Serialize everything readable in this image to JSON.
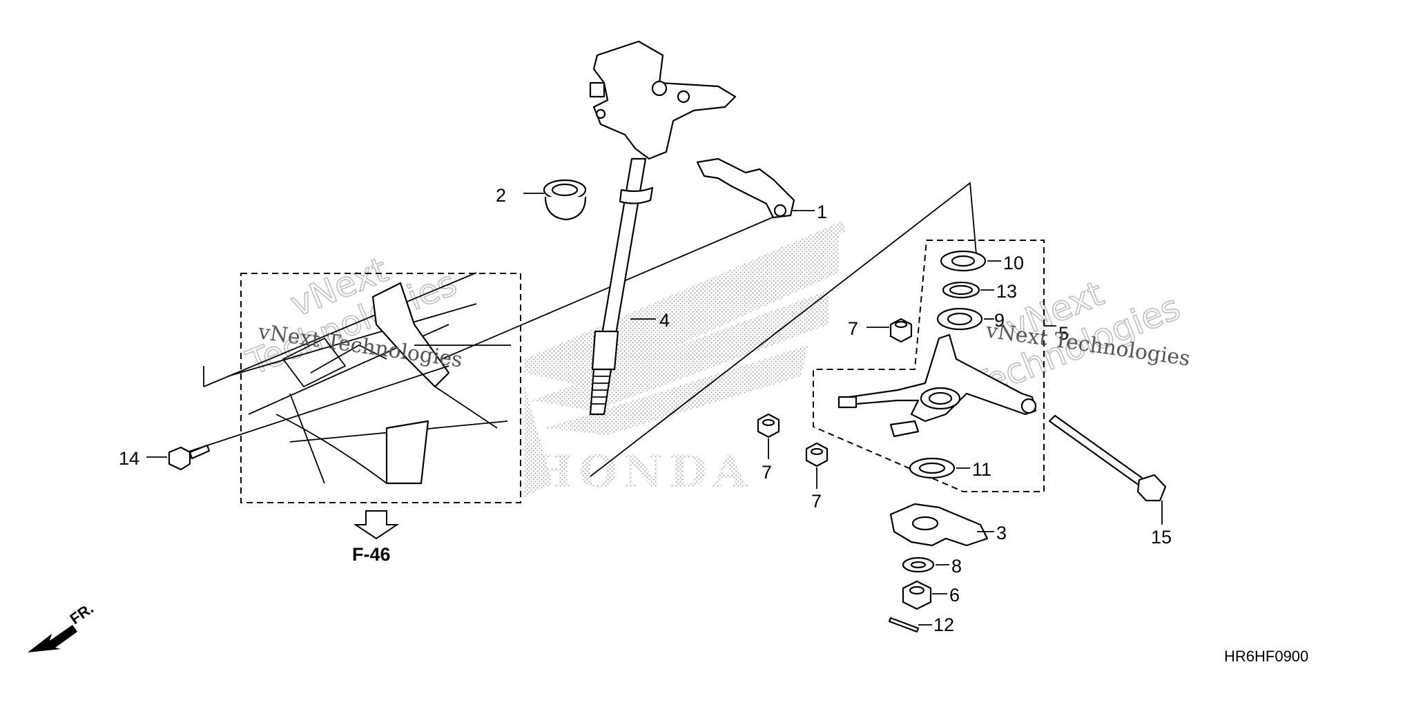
{
  "diagram": {
    "code": "HR6HF0900",
    "reference": "F-46",
    "front_label": "FR.",
    "callouts": [
      "1",
      "2",
      "3",
      "4",
      "5",
      "6",
      "7",
      "7",
      "7",
      "8",
      "9",
      "10",
      "11",
      "12",
      "13",
      "14",
      "15"
    ],
    "watermarks": [
      "vNext Technologies",
      "vNext Technologies"
    ],
    "watermark_big": [
      "vNext",
      "Technologies",
      "vNext",
      "Technologies"
    ],
    "brand_logo": "HONDA"
  }
}
